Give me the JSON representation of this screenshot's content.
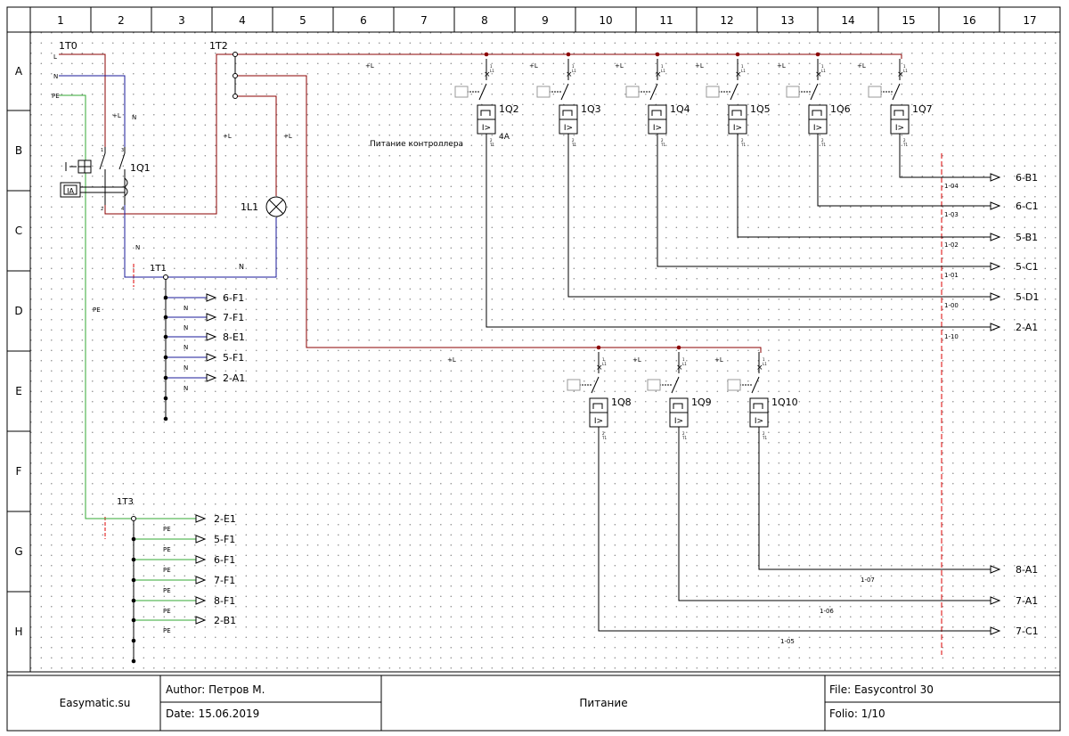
{
  "columns": [
    "1",
    "2",
    "3",
    "4",
    "5",
    "6",
    "7",
    "8",
    "9",
    "10",
    "11",
    "12",
    "13",
    "14",
    "15",
    "16",
    "17"
  ],
  "rows": [
    "A",
    "B",
    "C",
    "D",
    "E",
    "F",
    "G",
    "H"
  ],
  "colors": {
    "phase": "#8b0000",
    "neutral": "#1a1a99",
    "earth": "#33aa33",
    "wire": "#000000",
    "cut": "#dd0000"
  },
  "input_labels": {
    "l": "L",
    "n": "N",
    "pe": "PE"
  },
  "terminals": {
    "t0": "1T0",
    "t1": "1T1",
    "t2": "1T2",
    "t3": "1T3"
  },
  "main_breaker": {
    "name": "1Q1",
    "aux_label": "IA"
  },
  "lamp": {
    "name": "1L1"
  },
  "controller_note": "Питание контроллера",
  "wire_labels": {
    "plus_l": "+L",
    "n": "N",
    "pe": "PE"
  },
  "breakers_top": [
    {
      "name": "1Q2",
      "rating": "4A"
    },
    {
      "name": "1Q3",
      "rating": ""
    },
    {
      "name": "1Q4",
      "rating": ""
    },
    {
      "name": "1Q5",
      "rating": ""
    },
    {
      "name": "1Q6",
      "rating": ""
    },
    {
      "name": "1Q7",
      "rating": ""
    }
  ],
  "breakers_bottom": [
    {
      "name": "1Q8"
    },
    {
      "name": "1Q9"
    },
    {
      "name": "1Q10"
    }
  ],
  "pin_labels": {
    "in_num": "1",
    "in_name": "L1",
    "out_num": "2",
    "out_name": "T1",
    "coil": "I>"
  },
  "outputs_right": [
    {
      "ref": "6-B1",
      "wire": "1-04"
    },
    {
      "ref": "6-C1",
      "wire": "1-03"
    },
    {
      "ref": "5-B1",
      "wire": "1-02"
    },
    {
      "ref": "5-C1",
      "wire": "1-01"
    },
    {
      "ref": "5-D1",
      "wire": "1-00"
    },
    {
      "ref": "2-A1",
      "wire": "1-10"
    },
    {
      "ref": "8-A1",
      "wire": "1-07"
    },
    {
      "ref": "7-A1",
      "wire": "1-06"
    },
    {
      "ref": "7-C1",
      "wire": "1-05"
    }
  ],
  "outputs_n": [
    "6-F1",
    "7-F1",
    "8-E1",
    "5-F1",
    "2-A1"
  ],
  "outputs_pe": [
    "2-E1",
    "5-F1",
    "6-F1",
    "7-F1",
    "8-F1",
    "2-B1"
  ],
  "title_block": {
    "company": "Easymatic.su",
    "author_label": "Author:",
    "author": "Петров М.",
    "date_label": "Date:",
    "date": "15.06.2019",
    "title": "Питание",
    "file_label": "File:",
    "file": "Easycontrol 30",
    "folio_label": "Folio:",
    "folio": "1/10"
  }
}
